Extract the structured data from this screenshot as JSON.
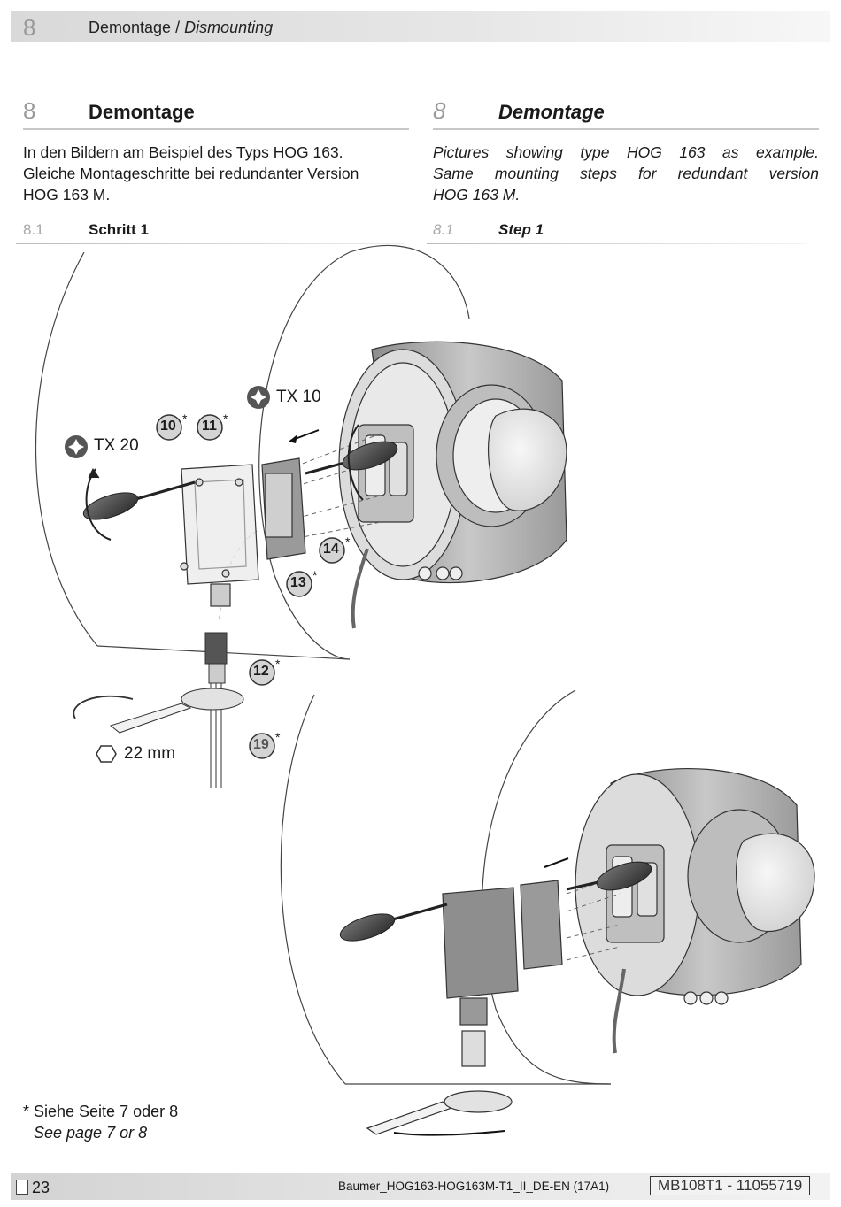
{
  "header": {
    "number": "8",
    "title_de": "Demontage",
    "title_sep": " / ",
    "title_en": "Dismounting"
  },
  "section": {
    "number": "8",
    "title_de": "Demontage",
    "title_en": "Demontage",
    "text_de_lines": [
      "In den Bildern am Beispiel des Typs HOG 163.",
      "Gleiche Montageschritte bei redundanter Version",
      "HOG 163 M."
    ],
    "text_en_lines": [
      "Pictures showing type HOG 163 as example.",
      "Same mounting steps for redundant version",
      "HOG 163 M."
    ]
  },
  "subsection": {
    "number": "8.1",
    "title_de": "Schritt 1",
    "title_en": "Step 1"
  },
  "figure": {
    "tool_tx10": "TX 10",
    "tool_tx20": "TX 20",
    "wrench": "22 mm",
    "callouts": [
      {
        "label": "10",
        "mark": "*"
      },
      {
        "label": "11",
        "mark": "*"
      },
      {
        "label": "14",
        "mark": "*"
      },
      {
        "label": "13",
        "mark": "*"
      },
      {
        "label": "12",
        "mark": "*"
      },
      {
        "label": "19",
        "mark": "*"
      }
    ]
  },
  "footnote": {
    "de": "* Siehe Seite 7 oder 8",
    "en": "See page 7 or 8"
  },
  "footer": {
    "page": "23",
    "document": "Baumer_HOG163-HOG163M-T1_II_DE-EN  (17A1)",
    "doc_id": "MB108T1 - 11055719"
  },
  "colors": {
    "callout_fill": "#d4d4d4",
    "header_bar": "#d9d9d9",
    "section_number": "#9a9a9a"
  }
}
